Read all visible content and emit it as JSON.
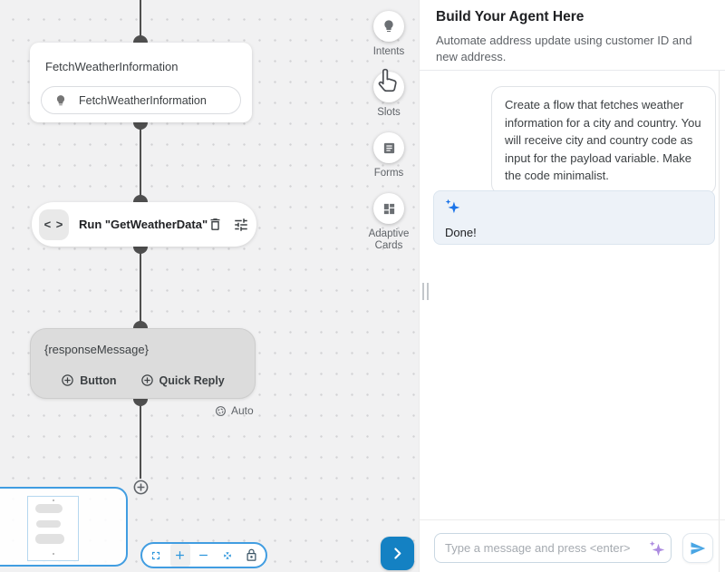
{
  "colors": {
    "accent_blue": "#2d96dc",
    "toggle_button_blue": "#1481c3",
    "assistant_sparkle_blue": "#1a73e8",
    "input_sparkle_purple": "#ad8ce0",
    "canvas_background": "#f1f1f2",
    "response_node_gray": "#dcdcdc"
  },
  "canvas": {
    "node_intent": {
      "title": "FetchWeatherInformation",
      "intent_pill": "FetchWeatherInformation"
    },
    "node_action": {
      "code_glyph": "< >",
      "label": "Run \"GetWeatherData\""
    },
    "node_response": {
      "variable": "{responseMessage}",
      "add_button": "Button",
      "add_quick_reply": "Quick Reply"
    },
    "auto_label": "Auto",
    "toolbar": {
      "items": [
        {
          "label": "Intents"
        },
        {
          "label": "Slots"
        },
        {
          "label": "Forms"
        },
        {
          "label": "Adaptive Cards"
        }
      ]
    }
  },
  "panel": {
    "title": "Build Your Agent Here",
    "subtitle": "Automate address update using customer ID and new address.",
    "messages": [
      {
        "role": "user",
        "text": "Create a flow that fetches weather information for a city and country. You will receive city and country code as input for the payload variable. Make the code minimalist."
      },
      {
        "role": "assistant",
        "text": "Done!"
      }
    ],
    "input": {
      "placeholder": "Type a message and press <enter>"
    }
  }
}
